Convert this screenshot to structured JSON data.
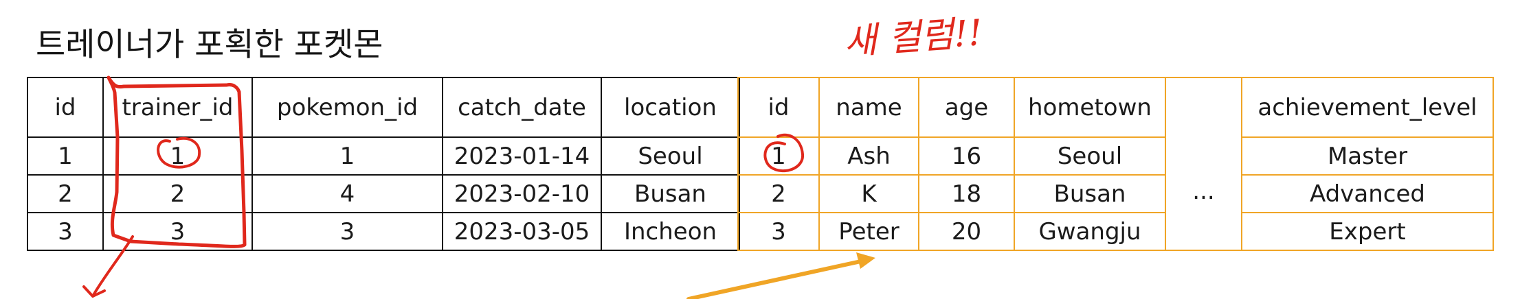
{
  "title": "트레이너가 포획한 포켓몬",
  "annotation": "새 컬럼!!",
  "colors": {
    "annotation_red": "#e0281c",
    "trainer_border_orange": "#f0a526",
    "capture_border_black": "#111111"
  },
  "capture_table": {
    "headers": [
      "id",
      "trainer_id",
      "pokemon_id",
      "catch_date",
      "location"
    ],
    "rows": [
      [
        "1",
        "1",
        "1",
        "2023-01-14",
        "Seoul"
      ],
      [
        "2",
        "2",
        "4",
        "2023-02-10",
        "Busan"
      ],
      [
        "3",
        "3",
        "3",
        "2023-03-05",
        "Incheon"
      ]
    ]
  },
  "trainer_table": {
    "headers": [
      "id",
      "name",
      "age",
      "hometown",
      "",
      "achievement_level"
    ],
    "ellipsis": "...",
    "rows": [
      [
        "1",
        "Ash",
        "16",
        "Seoul",
        "Master"
      ],
      [
        "2",
        "K",
        "18",
        "Busan",
        "Advanced"
      ],
      [
        "3",
        "Peter",
        "20",
        "Gwangju",
        "Expert"
      ]
    ]
  }
}
